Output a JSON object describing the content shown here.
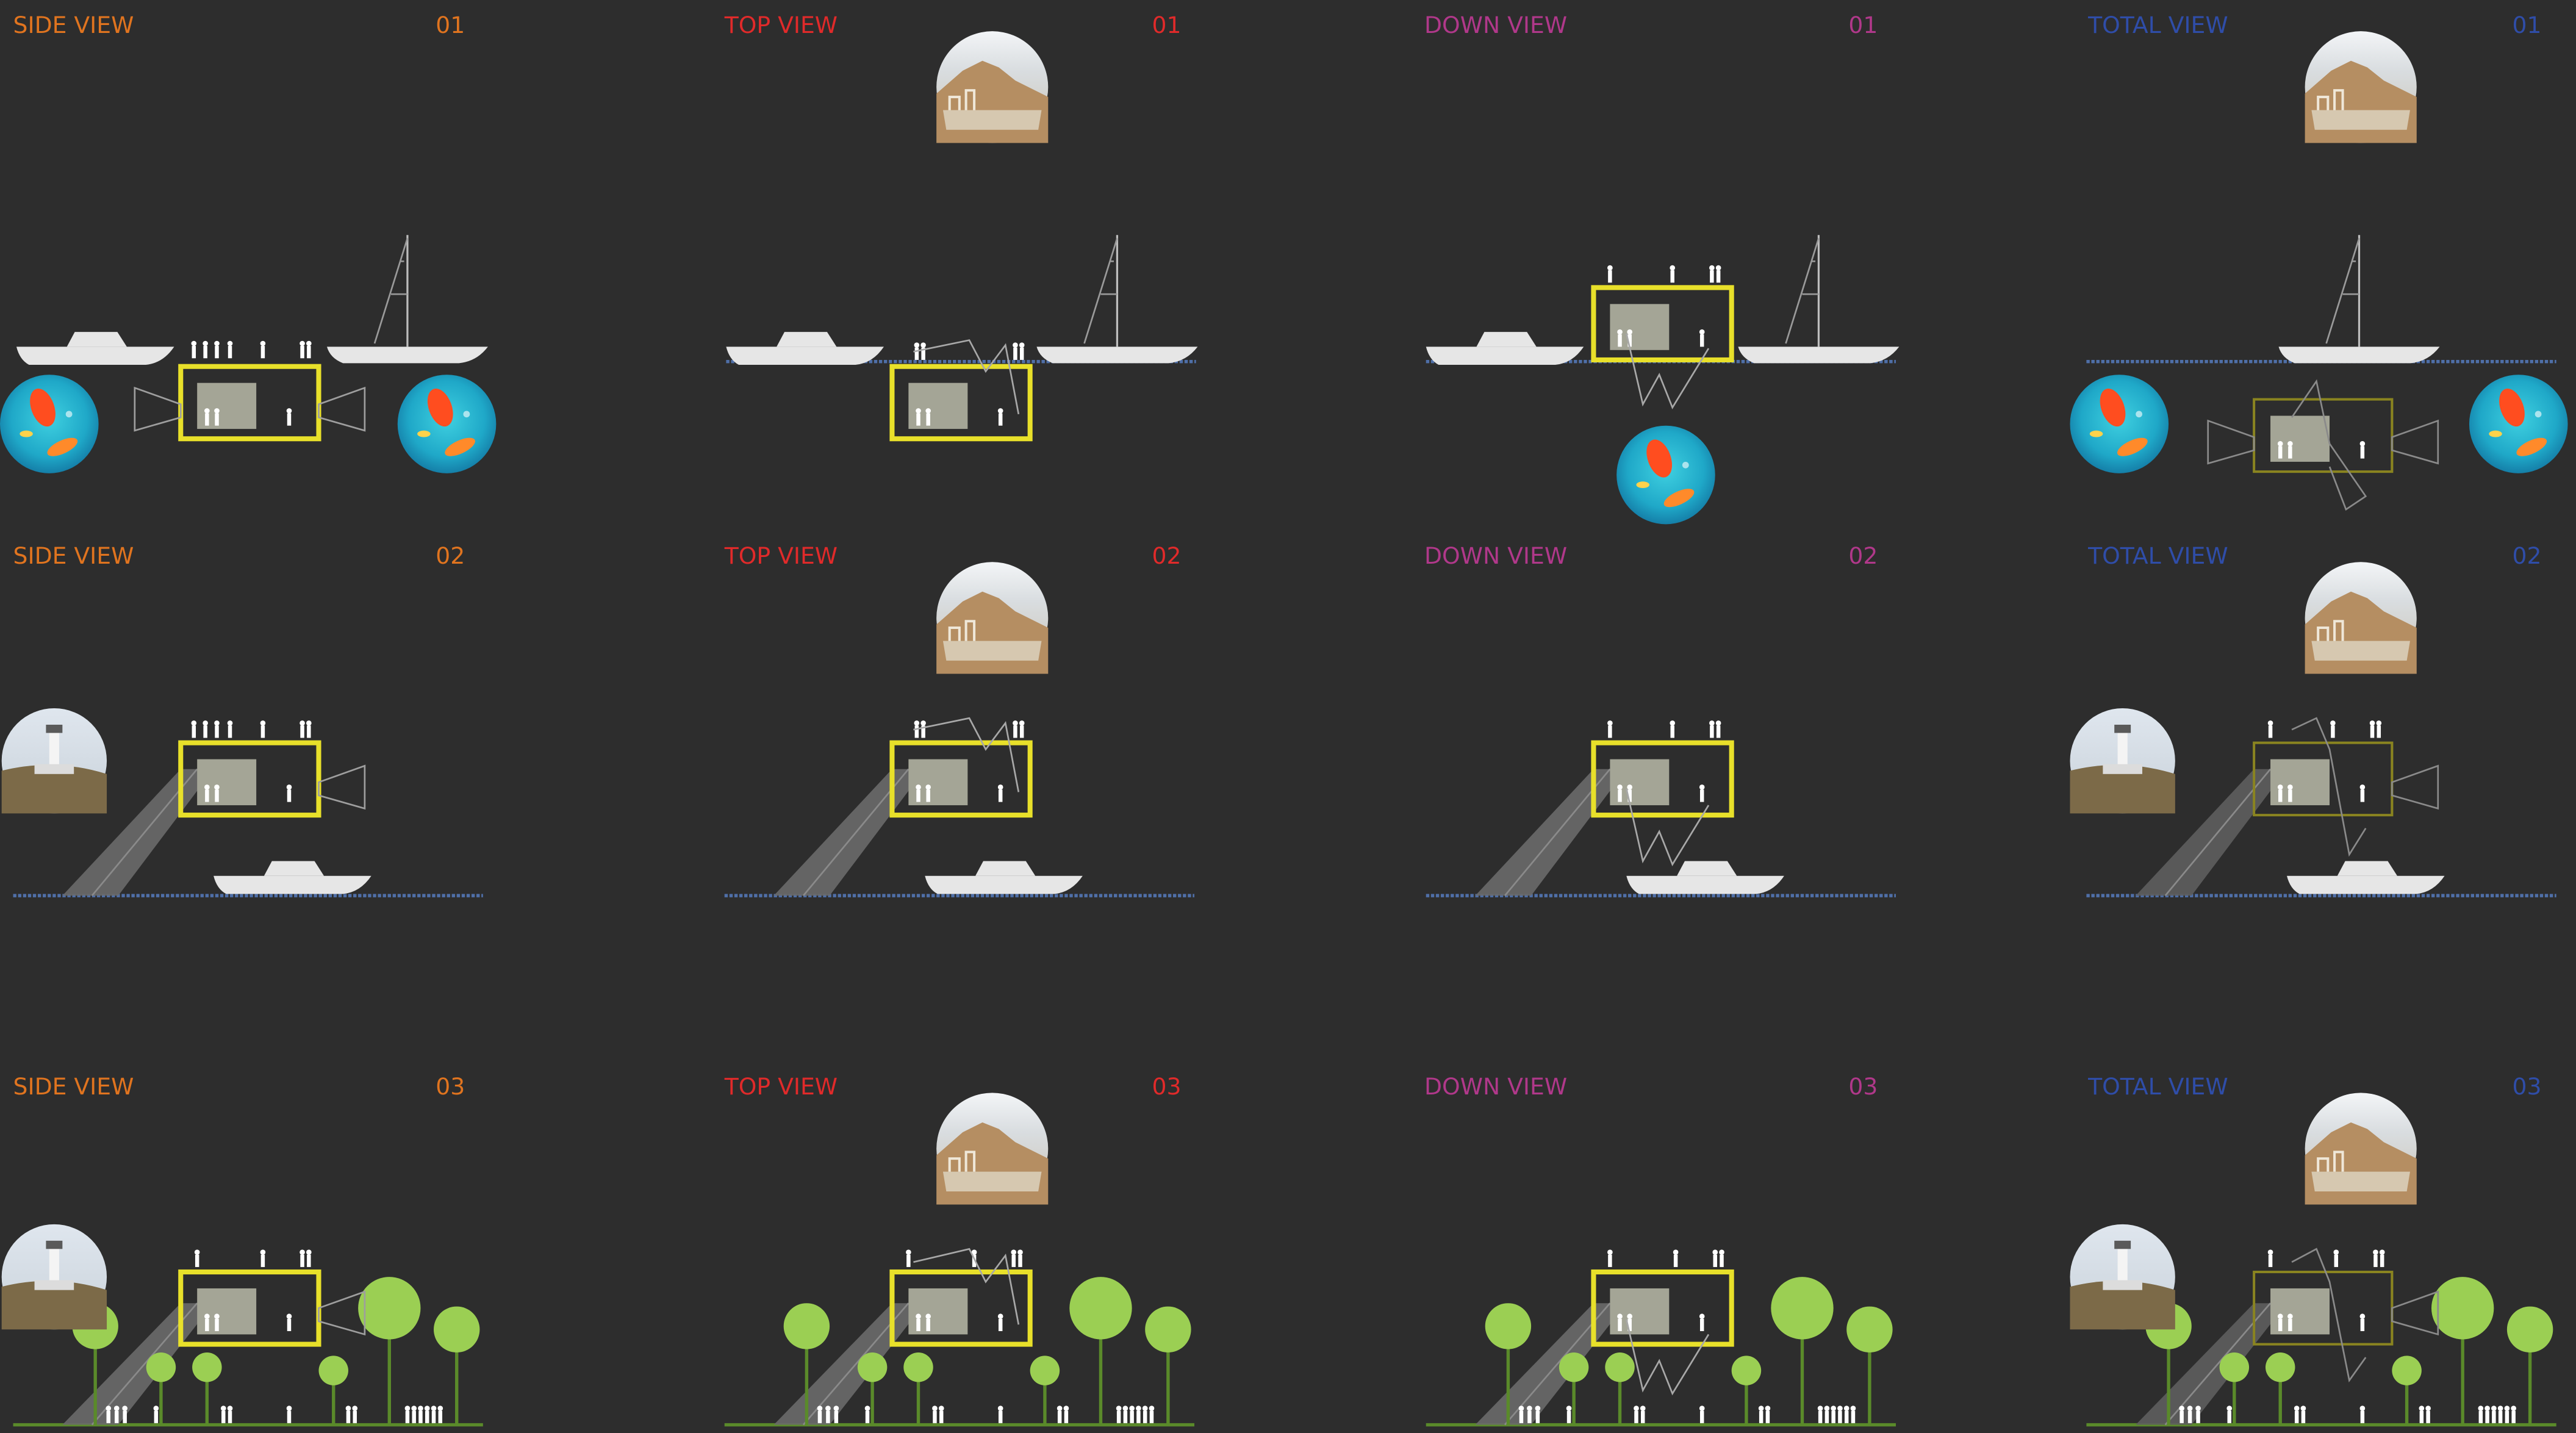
{
  "colors": {
    "background": "#2d2d2d",
    "box": "#e8e02a",
    "box_faint": "#8a8420",
    "window": "#a4a596",
    "boat": "#e6e6e6",
    "people": "#ffffff",
    "water": "#4f6fa8",
    "ground": "#5a8a2a",
    "tree": "#9bcf53",
    "ramp": "#6a6a6a"
  },
  "columns": [
    {
      "key": "side",
      "label": "SIDE VIEW",
      "color": "#e0741f"
    },
    {
      "key": "top",
      "label": "TOP VIEW",
      "color": "#e02a2a"
    },
    {
      "key": "down",
      "label": "DOWN VIEW",
      "color": "#b0388a"
    },
    {
      "key": "total",
      "label": "TOTAL VIEW",
      "color": "#2f4da8"
    }
  ],
  "rows": [
    {
      "number": "01",
      "scene": "sea"
    },
    {
      "number": "02",
      "scene": "coast"
    },
    {
      "number": "03",
      "scene": "park"
    }
  ],
  "panels": [
    [
      {
        "heading": "SIDE VIEW",
        "number": "01"
      },
      {
        "heading": "TOP VIEW",
        "number": "01"
      },
      {
        "heading": "DOWN VIEW",
        "number": "01"
      },
      {
        "heading": "TOTAL VIEW",
        "number": "01"
      }
    ],
    [
      {
        "heading": "SIDE VIEW",
        "number": "02"
      },
      {
        "heading": "TOP VIEW",
        "number": "02"
      },
      {
        "heading": "DOWN VIEW",
        "number": "02"
      },
      {
        "heading": "TOTAL VIEW",
        "number": "02"
      }
    ],
    [
      {
        "heading": "SIDE VIEW",
        "number": "03"
      },
      {
        "heading": "TOP VIEW",
        "number": "03"
      },
      {
        "heading": "DOWN VIEW",
        "number": "03"
      },
      {
        "heading": "TOTAL VIEW",
        "number": "03"
      }
    ]
  ]
}
